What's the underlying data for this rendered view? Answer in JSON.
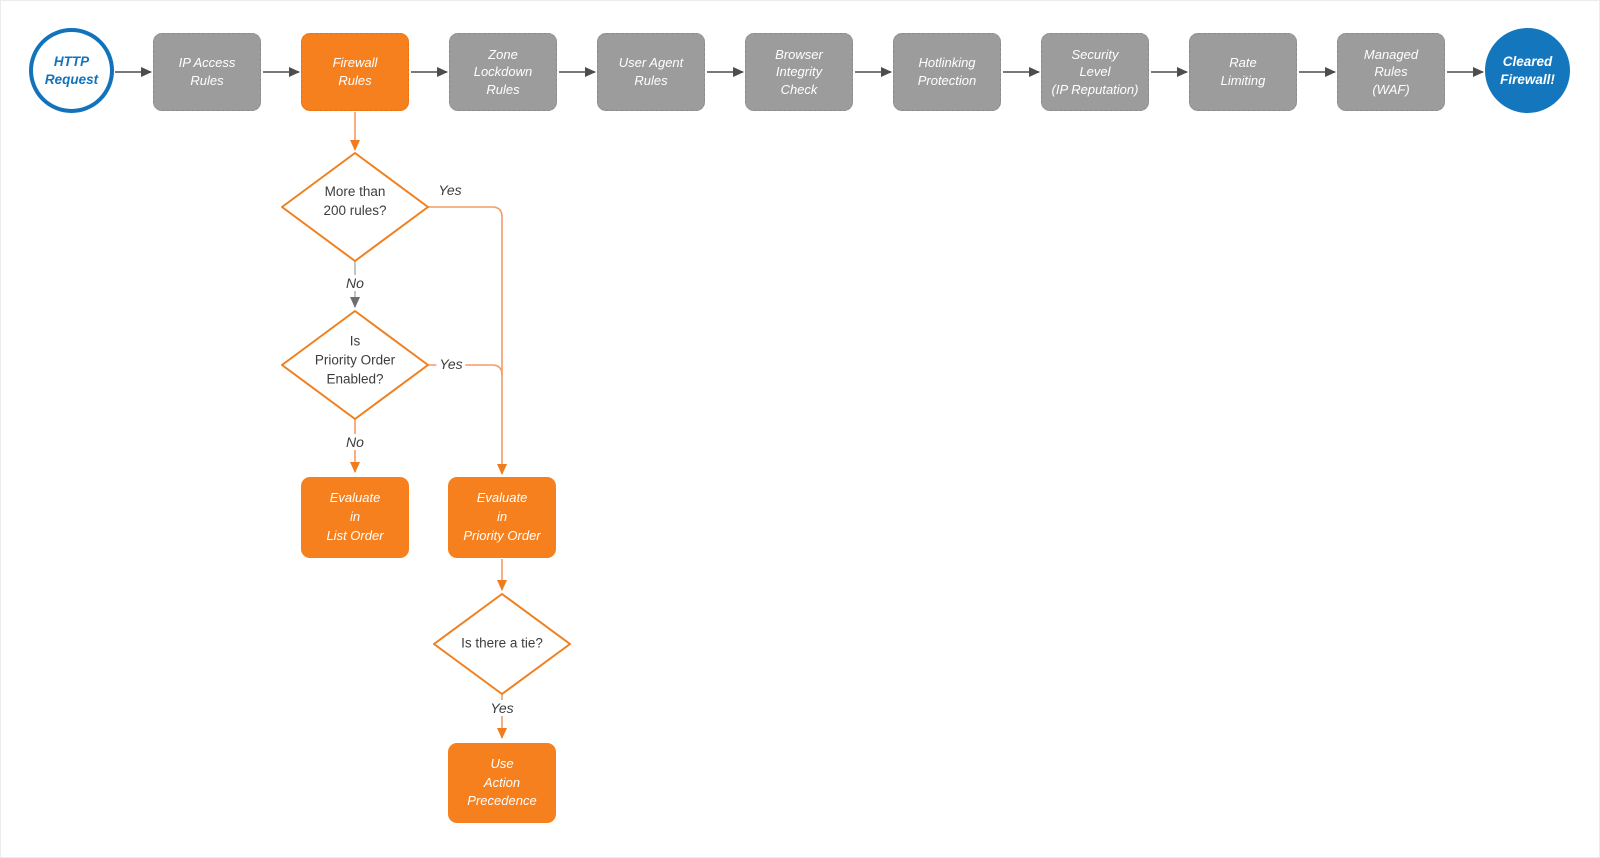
{
  "colors": {
    "accent_orange": "#F7801E",
    "stage_gray": "#9C9C9C",
    "accent_blue": "#1476BC",
    "connector_orange_line": "#F49B66",
    "connector_orange_arrow": "#F07D1C",
    "connector_gray_line": "#B5B5B5",
    "connector_gray_arrow": "#6E6E6E",
    "connector_dark": "#4D4D4D",
    "text_dark": "#3D3D3D"
  },
  "pipeline": {
    "start": {
      "label": "HTTP\nRequest"
    },
    "stages": [
      {
        "label": "IP Access\nRules"
      },
      {
        "label": "Firewall\nRules"
      },
      {
        "label": "Zone\nLockdown\nRules"
      },
      {
        "label": "User Agent\nRules"
      },
      {
        "label": "Browser\nIntegrity\nCheck"
      },
      {
        "label": "Hotlinking\nProtection"
      },
      {
        "label": "Security\nLevel\n(IP Reputation)"
      },
      {
        "label": "Rate\nLimiting"
      },
      {
        "label": "Managed\nRules\n(WAF)"
      }
    ],
    "end": {
      "label": "Cleared\nFirewall!"
    }
  },
  "firewall_branch": {
    "decisions": {
      "more_than_200_rules": {
        "label": "More than\n200 rules?"
      },
      "priority_order_enabled": {
        "label": "Is\nPriority Order\nEnabled?"
      },
      "is_there_a_tie": {
        "label": "Is there a tie?"
      }
    },
    "actions": {
      "evaluate_list_order": {
        "label": "Evaluate\nin\nList Order"
      },
      "evaluate_priority_order": {
        "label": "Evaluate\nin\nPriority Order"
      },
      "use_action_precedence": {
        "label": "Use\nAction\nPrecedence"
      }
    },
    "edge_labels": {
      "rules_yes": "Yes",
      "rules_no": "No",
      "priority_yes": "Yes",
      "priority_no": "No",
      "tie_yes": "Yes"
    }
  }
}
